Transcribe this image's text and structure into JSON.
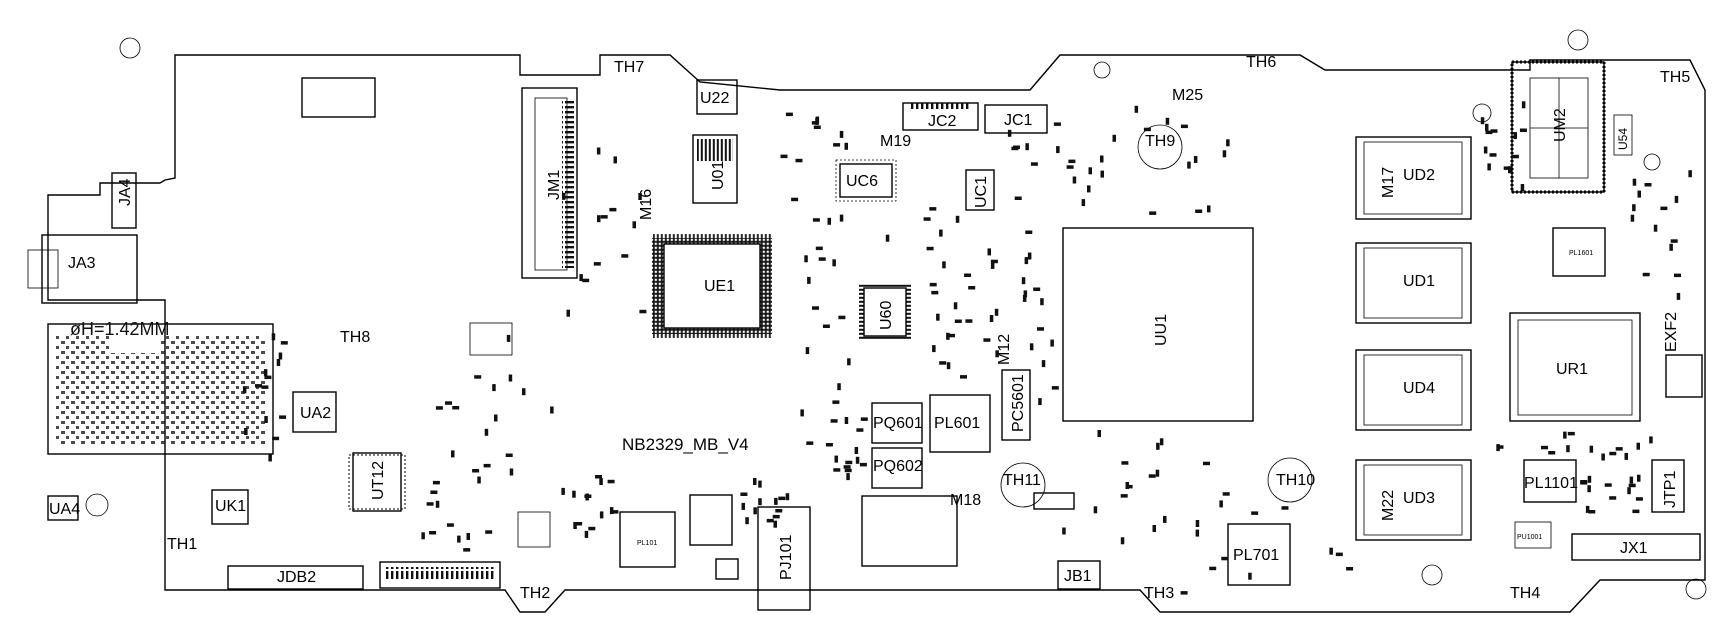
{
  "board": {
    "title": "NB2329_MB_V4",
    "annotation": "øH=1.42MM"
  },
  "labels": {
    "JA4": "JA4",
    "JA3": "JA3",
    "UA4": "UA4",
    "UK1": "UK1",
    "TH1": "TH1",
    "JDB2": "JDB2",
    "TH8": "TH8",
    "UA2": "UA2",
    "UT12": "UT12",
    "JM1": "JM1",
    "TH7": "TH7",
    "U22": "U22",
    "U01": "U01",
    "M16": "M16",
    "UE1": "UE1",
    "TH2": "TH2",
    "PJ101": "PJ101",
    "PL101": "PL101",
    "JC2": "JC2",
    "M19": "M19",
    "JC1": "JC1",
    "UC6": "UC6",
    "UC1": "UC1",
    "U60": "U60",
    "PQ601": "PQ601",
    "PQ602": "PQ602",
    "PL601": "PL601",
    "M18": "M18",
    "PC5601": "PC5601",
    "M12": "M12",
    "TH11": "TH11",
    "JB1": "JB1",
    "TH3": "TH3",
    "TH6": "TH6",
    "M25": "M25",
    "TH9": "TH9",
    "UU1": "UU1",
    "TH10": "TH10",
    "PL701": "PL701",
    "UD2": "UD2",
    "M17": "M17",
    "UD1": "UD1",
    "UD4": "UD4",
    "UD3": "UD3",
    "M22": "M22",
    "TH5": "TH5",
    "UM2": "UM2",
    "U54": "U54",
    "UR1": "UR1",
    "PL1101": "PL1101",
    "JTP1": "JTP1",
    "JX1": "JX1",
    "TH4": "TH4",
    "EXF2": "EXF2",
    "PU1001": "PU1001",
    "PL1601": "PL1601"
  },
  "colors": {
    "ink": "#000000",
    "paper": "#ffffff"
  }
}
